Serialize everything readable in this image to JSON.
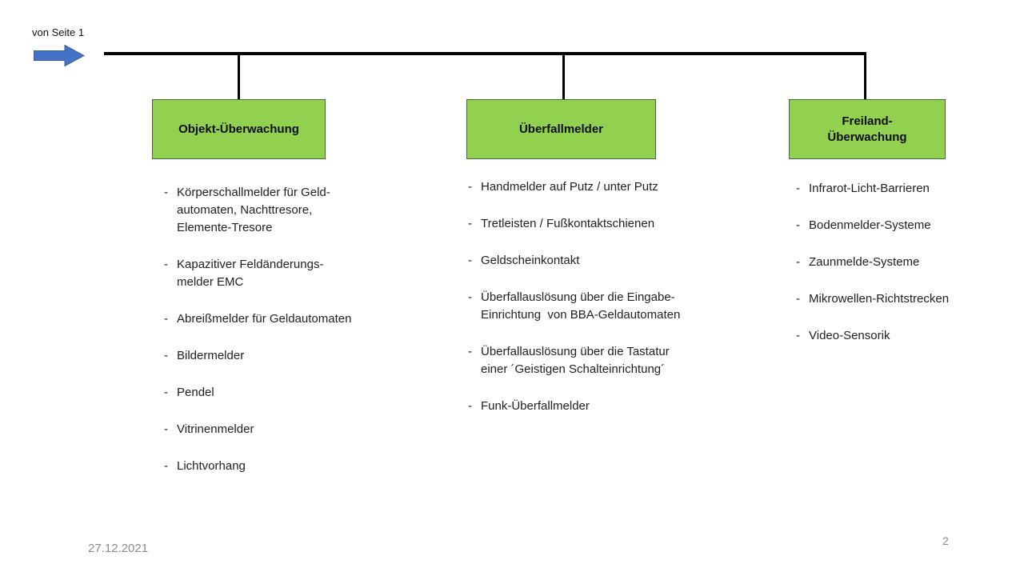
{
  "slide": {
    "source_label": "von Seite 1",
    "bullet_char": "-",
    "footer": {
      "date": "27.12.2021",
      "page_number": "2"
    },
    "colors": {
      "box_fill": "#92d050",
      "box_border": "#4a6741",
      "arrow_fill": "#4472c4",
      "arrow_border": "#3a618f",
      "connector_line": "#000000",
      "body_text": "#1f1f1f",
      "footer_text": "#8c8c8c"
    }
  },
  "columns": [
    {
      "id": "objekt-ueberwachung",
      "title_lines": [
        "Objekt-Überwachung"
      ],
      "items": [
        [
          "Körperschallmelder für Geld-",
          "automaten, Nachttresore,",
          "Elemente-Tresore"
        ],
        [
          "Kapazitiver Feldänderungs-",
          "melder EMC"
        ],
        [
          "Abreißmelder für Geldautomaten"
        ],
        [
          "Bildermelder"
        ],
        [
          "Pendel"
        ],
        [
          "Vitrinenmelder"
        ],
        [
          "Lichtvorhang"
        ]
      ]
    },
    {
      "id": "ueberfallmelder",
      "title_lines": [
        "Überfallmelder"
      ],
      "items": [
        [
          "Handmelder auf Putz / unter Putz"
        ],
        [
          "Tretleisten / Fußkontaktschienen"
        ],
        [
          "Geldscheinkontakt"
        ],
        [
          "Überfallauslösung über die Eingabe-",
          "Einrichtung  von BBA-Geldautomaten"
        ],
        [
          "Überfallauslösung über die Tastatur",
          "einer ´Geistigen Schalteinrichtung´"
        ],
        [
          "Funk-Überfallmelder"
        ]
      ]
    },
    {
      "id": "freiland-ueberwachung",
      "title_lines": [
        "Freiland-",
        "Überwachung"
      ],
      "items": [
        [
          "Infrarot-Licht-Barrieren"
        ],
        [
          "Bodenmelder-Systeme"
        ],
        [
          "Zaunmelde-Systeme"
        ],
        [
          "Mikrowellen-Richtstrecken"
        ],
        [
          "Video-Sensorik"
        ]
      ]
    }
  ]
}
